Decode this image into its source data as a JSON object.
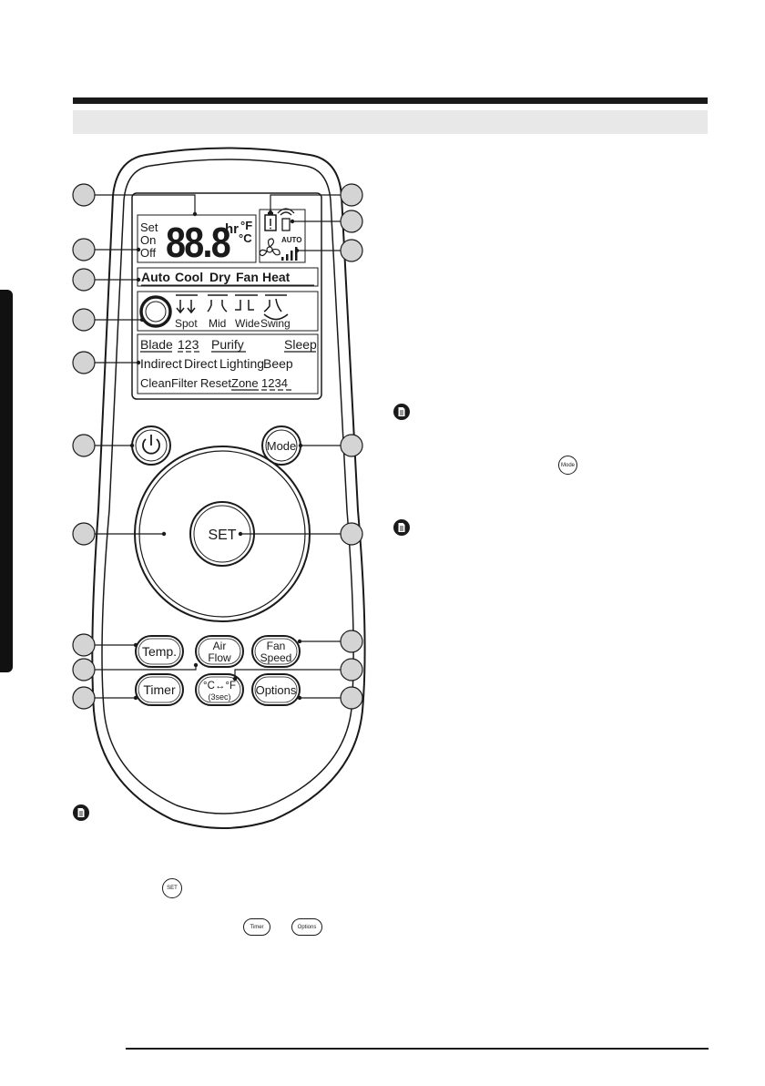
{
  "lcd": {
    "set": "Set",
    "on": "On",
    "off": "Off",
    "digits": "88.8",
    "hr": "hr",
    "degF": "°F",
    "degC": "°C",
    "auto": "AUTO",
    "modes": [
      "Auto",
      "Cool",
      "Dry",
      "Fan",
      "Heat"
    ],
    "airflow": [
      "Spot",
      "Mid",
      "Wide",
      "Swing"
    ],
    "row1": [
      "Blade",
      "123",
      "Purify",
      "Sleep"
    ],
    "row2": [
      "Indirect",
      "Direct",
      "Lighting",
      "Beep"
    ],
    "row3": [
      "CleanFilter",
      "Reset",
      "Zone",
      "1234"
    ]
  },
  "buttons": {
    "mode": "Mode",
    "set": "SET",
    "temp": "Temp.",
    "air_flow_1": "Air",
    "air_flow_2": "Flow",
    "fan_speed_1": "Fan",
    "fan_speed_2": "Speed",
    "timer": "Timer",
    "unit_toggle_1": "°C↔°F",
    "unit_toggle_2": "(3sec)",
    "options": "Options"
  },
  "inline_buttons": {
    "mode": "Mode",
    "set": "SET",
    "timer": "Timer",
    "options": "Options"
  }
}
